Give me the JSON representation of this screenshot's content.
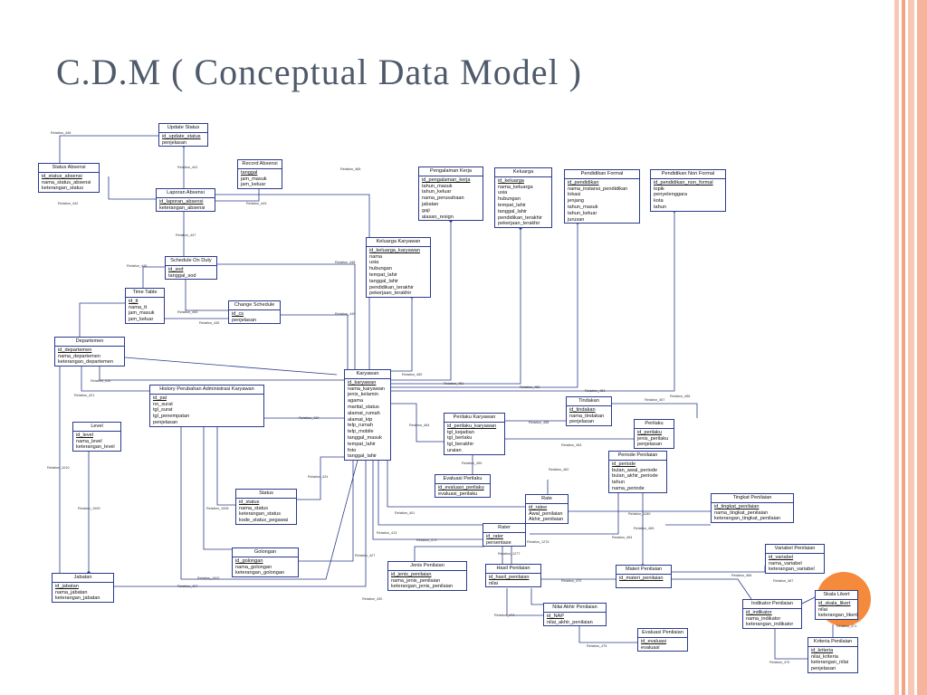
{
  "slide": {
    "title": "C.D.M ( Conceptual Data Model )"
  },
  "entities": {
    "update_status": {
      "title": "Update Status",
      "pk": [
        "id_update_status"
      ],
      "attrs": [
        "penjelasan"
      ]
    },
    "record_absensi": {
      "title": "Record Absensi",
      "pk": [
        "tanggal"
      ],
      "attrs": [
        "jam_masuk",
        "jam_keluar"
      ]
    },
    "status_absensi": {
      "title": "Status Absensi",
      "pk": [
        "id_status_absensi"
      ],
      "attrs": [
        "nama_status_absensi",
        "keterangan_status"
      ]
    },
    "laporan_absensi": {
      "title": "Laporan Absensi",
      "pk": [
        "id_laporan_absensi"
      ],
      "attrs": [
        "keterangan_absensi"
      ]
    },
    "schedule_on_duty": {
      "title": "Schedule On Duty",
      "pk": [
        "id_sod"
      ],
      "attrs": [
        "tanggal_sod"
      ]
    },
    "time_table": {
      "title": "Time Table",
      "pk": [
        "id_tt"
      ],
      "attrs": [
        "nama_tt",
        "jam_masuk",
        "jam_keluar"
      ]
    },
    "change_schedule": {
      "title": "Change Schedule",
      "pk": [
        "id_cs"
      ],
      "attrs": [
        "penjelasan"
      ]
    },
    "departemen": {
      "title": "Departemen",
      "pk": [
        "id_departemen"
      ],
      "attrs": [
        "nama_departemen",
        "keterangan_departemen"
      ]
    },
    "pengalaman_kerja": {
      "title": "Pengalaman Kerja",
      "pk": [
        "id_pengalaman_kerja"
      ],
      "attrs": [
        "tahun_masuk",
        "tahun_keluar",
        "nama_perusahaan",
        "jabatan",
        "gaji",
        "alasan_resign"
      ]
    },
    "keluarga": {
      "title": "Keluarga",
      "pk": [
        "id_keluarga"
      ],
      "attrs": [
        "nama_keluarga",
        "usia",
        "hubungan",
        "tempat_lahir",
        "tanggal_lahir",
        "pendidikan_terakhir",
        "pekerjaan_terakhir"
      ]
    },
    "pendidikan_formal": {
      "title": "Pendidikan Formal",
      "pk": [
        "id_pendidikan"
      ],
      "attrs": [
        "nama_instansi_pendidikan",
        "lokasi",
        "jenjang",
        "tahun_masuk",
        "tahun_keluar",
        "jurusan"
      ]
    },
    "pendidikan_non_formal": {
      "title": "Pendidikan Non Formal",
      "pk": [
        "id_pendidikan_non_formal"
      ],
      "attrs": [
        "topik",
        "penyelenggara",
        "kota",
        "tahun"
      ]
    },
    "keluarga_karyawan": {
      "title": "Keluarga Karyawan",
      "pk": [
        "id_keluarga_karyawan"
      ],
      "attrs": [
        "nama",
        "usia",
        "hubungan",
        "tempat_lahir",
        "tanggal_lahir",
        "pendidikan_terakhir",
        "pekerjaan_terakhir"
      ]
    },
    "karyawan": {
      "title": "Karyawan",
      "pk": [
        "id_karyawan"
      ],
      "attrs": [
        "nama_karyawan",
        "jenis_kelamin",
        "agama",
        "marital_status",
        "alamat_rumah",
        "alamat_ktp",
        "telp_rumah",
        "telp_mobile",
        "tanggal_masuk",
        "tempat_lahir",
        "foto",
        "tanggal_lahir"
      ]
    },
    "history_perubahan": {
      "title": "History Perubahan Administrasi Karyawan",
      "pk": [
        "id_pal"
      ],
      "attrs": [
        "no_surat",
        "tgl_surat",
        "tgl_penempatan",
        "penjelasan"
      ]
    },
    "level": {
      "title": "Level",
      "pk": [
        "id_level"
      ],
      "attrs": [
        "nama_level",
        "keterangan_level"
      ]
    },
    "tindakan": {
      "title": "Tindakan",
      "pk": [
        "id_tindakan"
      ],
      "attrs": [
        "nama_tindakan",
        "penjelasan"
      ]
    },
    "perilaku": {
      "title": "Perilaku",
      "pk": [
        "id_perilaku"
      ],
      "attrs": [
        "jenis_perilaku",
        "penjelasan"
      ]
    },
    "perilaku_karyawan": {
      "title": "Perilaku Karyawan",
      "pk": [
        "id_perilaku_karyawan"
      ],
      "attrs": [
        "tgl_kejadian",
        "tgl_berlaku",
        "tgl_berakhir",
        "uraian"
      ]
    },
    "evaluasi_perilaku": {
      "title": "Evaluasi Perilaku",
      "pk": [
        "id_evaluasi_perilaku"
      ],
      "attrs": [
        "evaluasi_perilaku"
      ]
    },
    "periode_penilaian": {
      "title": "Periode Penilaian",
      "pk": [
        "id_periode"
      ],
      "attrs": [
        "bulan_awal_periode",
        "bulan_akhir_periode",
        "tahun",
        "nama_periode"
      ]
    },
    "status": {
      "title": "Status",
      "pk": [
        "id_status"
      ],
      "attrs": [
        "nama_status",
        "keterangan_status",
        "kode_status_pegawai"
      ]
    },
    "rate": {
      "title": "Rate",
      "pk": [
        "id_ratee"
      ],
      "attrs": [
        "Awal_penilaian",
        "Akhir_penilaian"
      ]
    },
    "tingkat_penilaian": {
      "title": "Tingkat Penilaian",
      "pk": [
        "id_tingkat_penilaian"
      ],
      "attrs": [
        "nama_tingkat_penilaian",
        "keterangan_tingkat_penilaian"
      ]
    },
    "rater": {
      "title": "Rater",
      "pk": [
        "id_rater"
      ],
      "attrs": [
        "persentase"
      ]
    },
    "golongan": {
      "title": "Golongan",
      "pk": [
        "id_golongan"
      ],
      "attrs": [
        "nama_golongan",
        "keterangan_golongan"
      ]
    },
    "jenis_penilaian": {
      "title": "Jenis Penilaian",
      "pk": [
        "id_jenis_penilaian"
      ],
      "attrs": [
        "nama_jenis_penilaian",
        "keterangan_jenis_penilaian"
      ]
    },
    "hasil_penilaian": {
      "title": "Hasil Penilaian",
      "pk": [
        "id_hasil_penilaian"
      ],
      "attrs": [
        "nilai"
      ]
    },
    "materi_penilaian": {
      "title": "Materi Penilaian",
      "pk": [
        "id_materi_penilaian"
      ],
      "attrs": []
    },
    "variabel_penilaian": {
      "title": "Variabel Penilaian",
      "pk": [
        "id_variabel"
      ],
      "attrs": [
        "nama_variabel",
        "keterangan_variabel"
      ]
    },
    "skala_likert": {
      "title": "Skala Likert",
      "pk": [
        "id_skala_likert"
      ],
      "attrs": [
        "nilai",
        "keterangan_likert"
      ]
    },
    "jabatan": {
      "title": "Jabatan",
      "pk": [
        "id_jabatan"
      ],
      "attrs": [
        "nama_jabatan",
        "keterangan_jabatan"
      ]
    },
    "nilai_akhir_penilaian": {
      "title": "Nilai Akhir Penilaian",
      "pk": [
        "id_NAP"
      ],
      "attrs": [
        "nilai_akhir_penilaian"
      ]
    },
    "indikator_penilaian": {
      "title": "Indikator Penilaian",
      "pk": [
        "id_indikator"
      ],
      "attrs": [
        "nama_indikator",
        "keterangan_indikator"
      ]
    },
    "evaluasi_penilaian": {
      "title": "Evaluasi Penilaian",
      "pk": [
        "id_evaluasi"
      ],
      "attrs": [
        "evaluasi"
      ]
    },
    "kriteria_penilaian": {
      "title": "Kriteria Penilaian",
      "pk": [
        "id_kriteria"
      ],
      "attrs": [
        "nilai_kriteria",
        "keterangan_nilai",
        "penjelasan"
      ]
    }
  },
  "relations": [
    "Relation_446",
    "Relation_441",
    "Relation_442",
    "Relation_443",
    "Relation_446",
    "Relation_447",
    "Relation_466",
    "Relation_448",
    "Relation_448",
    "Relation_444",
    "Relation_445",
    "Relation_449",
    "Relation_450",
    "Relation_451",
    "Relation_452",
    "Relation_453",
    "Relation_457",
    "Relation_456",
    "Relation_458",
    "Relation_454",
    "Relation_459",
    "Relation_420",
    "Relation_421",
    "Relation_410",
    "Relation_464",
    "Relation_1010",
    "Relation_1009",
    "Relation_1008",
    "Relation_1002",
    "Relation_427",
    "Relation_424",
    "Relation_430",
    "Relation_401",
    "Relation_413",
    "Relation_462",
    "Relation_1280",
    "Relation_465",
    "Relation_464",
    "Relation_473",
    "Relation_1277",
    "Relation_1276",
    "Relation_472",
    "Relation_466",
    "Relation_467",
    "Relation_469",
    "Relation_474",
    "Relation_475",
    "Relation_471",
    "Relation_470",
    "Relation_468",
    "Relation_463"
  ]
}
